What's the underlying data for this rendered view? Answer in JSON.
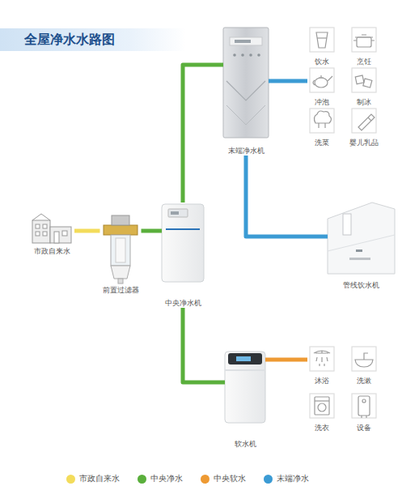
{
  "diagram": {
    "title": "全屋净水水路图",
    "nodes": [
      {
        "text": [
          "末端净水机"
        ]
      },
      {
        "text": [
          "饮水"
        ]
      },
      {
        "text": [
          "烹饪"
        ]
      },
      {
        "text": [
          "冲泡"
        ]
      },
      {
        "text": [
          "制冰"
        ]
      },
      {
        "text": [
          "洗菜"
        ]
      },
      {
        "text": [
          "婴儿乳品"
        ]
      },
      {
        "text": [
          "市政自来水"
        ]
      },
      {
        "text": [
          "前置过滤器"
        ]
      },
      {
        "text": [
          "中央净水机"
        ]
      },
      {
        "text": [
          "管线饮水机"
        ]
      },
      {
        "text": [
          "软水机"
        ]
      },
      {
        "text": [
          "沐浴"
        ]
      },
      {
        "text": [
          "洗漱"
        ]
      },
      {
        "text": [
          "洗衣"
        ]
      },
      {
        "text": [
          "设备"
        ]
      }
    ],
    "edges": [
      {
        "from": 7,
        "to": 8,
        "arrow": "none"
      },
      {
        "from": 8,
        "to": 9,
        "arrow": "none"
      },
      {
        "from": 9,
        "to": 0,
        "arrow": "none"
      },
      {
        "from": 0,
        "to": 3,
        "arrow": "none"
      },
      {
        "from": 0,
        "to": 10,
        "arrow": "none"
      },
      {
        "from": 9,
        "to": 11,
        "arrow": "none"
      },
      {
        "from": 11,
        "to": 12,
        "arrow": "none"
      }
    ],
    "legend": [
      {
        "text": "市政自来水",
        "color": "#f3dc5b"
      },
      {
        "text": "中央净水",
        "color": "#5aaf3c"
      },
      {
        "text": "中央软水",
        "color": "#ee9a33"
      },
      {
        "text": "末端净水",
        "color": "#3b9bd4"
      }
    ]
  }
}
